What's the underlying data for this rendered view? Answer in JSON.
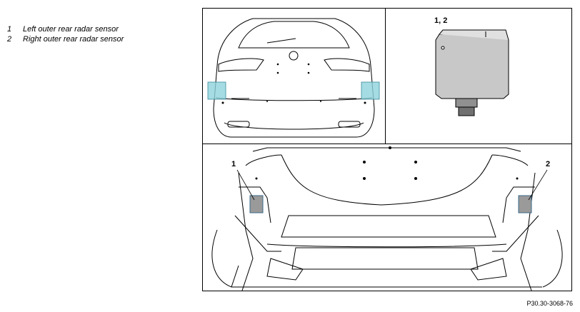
{
  "legend": {
    "items": [
      {
        "num": "1",
        "text": "Left outer rear radar sensor"
      },
      {
        "num": "2",
        "text": "Right outer rear radar sensor"
      }
    ]
  },
  "callouts": {
    "sensor_detail": "1, 2",
    "left_sensor": "1",
    "right_sensor": "2"
  },
  "reference": "P30.30-3068-76",
  "colors": {
    "sensor_highlight": "#8fd3dc",
    "line": "#000000",
    "sensor_body": "#c8c8c8"
  }
}
